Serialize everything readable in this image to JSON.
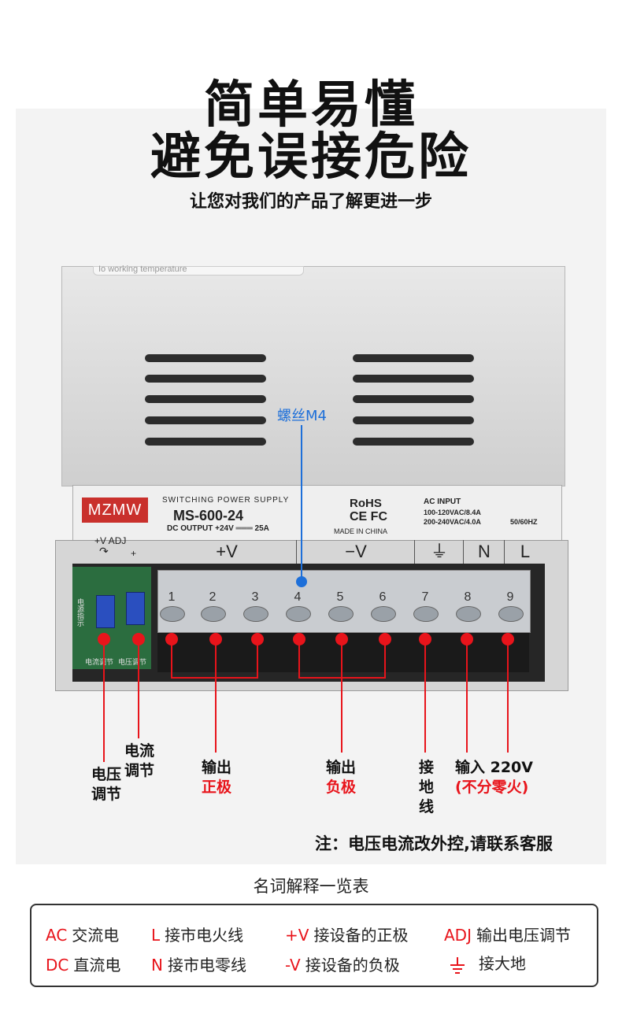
{
  "heading": {
    "line1": "简单易懂",
    "line2": "避免误接危险",
    "subtitle": "让您对我们的产品了解更进一步"
  },
  "product": {
    "top_label_partial": "Io  working  temperature",
    "brand": "MZMW",
    "plate_title": "SWITCHING POWER SUPPLY",
    "model": "MS-600-24",
    "dc_output": "DC OUTPUT +24V ═══  25A",
    "rohs": "RoHS",
    "ce_fc": "CE FC",
    "made_in": "MADE IN CHINA",
    "ac_input": "AC INPUT",
    "ac_spec1": "100-120VAC/8.4A",
    "ac_spec2": "200-240VAC/4.0A",
    "ac_freq": "50/60HZ",
    "adj_label": "+V ADJ",
    "adj_sign": "+",
    "front_labels": [
      "+V",
      "−V",
      "⏚",
      "N",
      "L"
    ],
    "pcb_text": "电源指示",
    "pot_labels": [
      "电流调节",
      "电压调节"
    ],
    "terminal_numbers": [
      "1",
      "2",
      "3",
      "4",
      "5",
      "6",
      "7",
      "8",
      "9"
    ],
    "accent_red": "#e8141b",
    "accent_blue": "#1d6fd9"
  },
  "callouts": {
    "screw": "螺丝M4",
    "current_adj": [
      "电流",
      "调节"
    ],
    "voltage_adj": [
      "电压",
      "调节"
    ],
    "positive": [
      "输出",
      "正极"
    ],
    "negative": [
      "输出",
      "负极"
    ],
    "ground": [
      "接",
      "地",
      "线"
    ],
    "input": [
      "输入 220V",
      "(不分零火)"
    ]
  },
  "note": "注：电压电流改外控,请联系客服",
  "glossary": {
    "title": "名词解释一览表",
    "items": [
      {
        "key": "AC",
        "desc": "交流电"
      },
      {
        "key": "L",
        "desc": "接市电火线"
      },
      {
        "key": "+V",
        "desc": "接设备的正极"
      },
      {
        "key": "ADJ",
        "desc": "输出电压调节"
      },
      {
        "key": "DC",
        "desc": "直流电"
      },
      {
        "key": "N",
        "desc": "接市电零线"
      },
      {
        "key": "-V",
        "desc": "接设备的负极"
      },
      {
        "key": "ground-icon",
        "desc": "接大地"
      }
    ]
  }
}
